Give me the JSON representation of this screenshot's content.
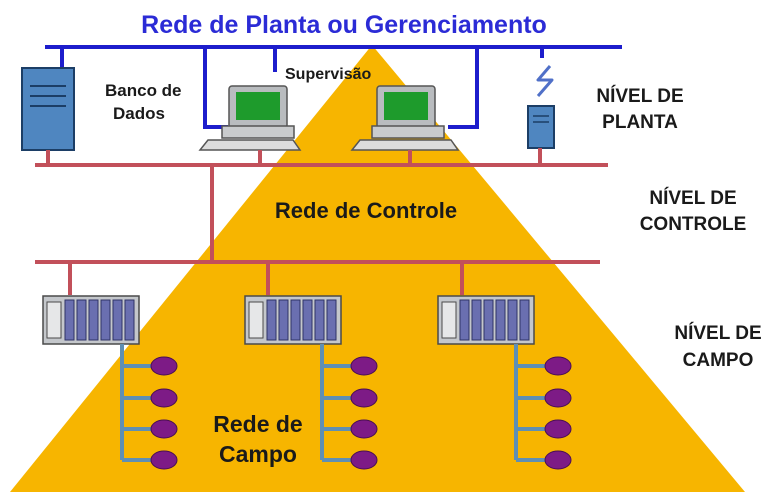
{
  "title": "Rede de Planta ou Gerenciamento",
  "labels": {
    "database": [
      "Banco de",
      "Dados"
    ],
    "supervision": "Supervisão",
    "control_network": "Rede de Controle",
    "field_network": [
      "Rede de",
      "Campo"
    ]
  },
  "levels": {
    "plant": [
      "NÍVEL DE",
      "PLANTA"
    ],
    "control": [
      "NÍVEL DE",
      "CONTROLE"
    ],
    "field": [
      "NÍVEL DE",
      "CAMPO"
    ]
  },
  "colors": {
    "pyramid": "#f7b500",
    "plant_network": "#1d1dcc",
    "control_network": "#c2505a",
    "field_bus": "#5f8fb3",
    "field_device": "#7d1b86",
    "server": "#4f86c0",
    "text_title": "#2b2bd6",
    "text": "#1a1a1a"
  },
  "icons": {
    "database": "database-server-icon",
    "workstation": "workstation-computer-icon",
    "server": "server-tower-icon",
    "wireless": "wireless-link-icon",
    "controller": "plc-rack-icon",
    "device": "field-device-icon"
  }
}
